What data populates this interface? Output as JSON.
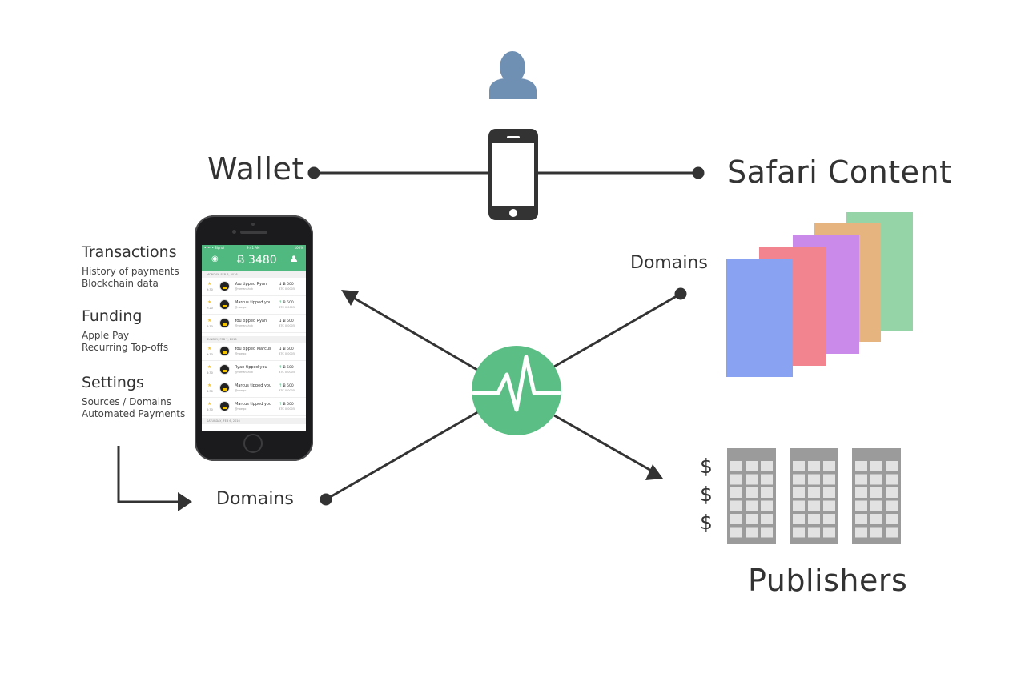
{
  "labels": {
    "wallet": "Wallet",
    "safari_content": "Safari Content",
    "domains_top": "Domains",
    "domains_bottom": "Domains",
    "publishers": "Publishers",
    "dollar": "$"
  },
  "features": [
    {
      "title": "Transactions",
      "lines": [
        "History of payments",
        "Blockchain data"
      ]
    },
    {
      "title": "Funding",
      "lines": [
        "Apple Pay",
        "Recurring Top-offs"
      ]
    },
    {
      "title": "Settings",
      "lines": [
        "Sources / Domains",
        "Automated Payments"
      ]
    }
  ],
  "app": {
    "status_left": "••••• Signal",
    "status_time": "9:41 AM",
    "status_right": "100%",
    "balance": "Ƀ 3480",
    "sections": [
      "MONDAY, FEB 8, 2016",
      "SUNDAY, FEB 7, 2016",
      "SATURDAY, FEB 6, 2016"
    ],
    "rows": [
      {
        "primary": "You tipped Ryan",
        "handle": "@romanshuk",
        "time": "9:30",
        "amount": "Ƀ 500",
        "btc": "BTC 0.0005",
        "dir": "in"
      },
      {
        "primary": "Marcus tipped you",
        "handle": "@noego",
        "time": "7:20",
        "amount": "Ƀ 500",
        "btc": "BTC 0.0005",
        "dir": "out"
      },
      {
        "primary": "You tipped Ryan",
        "handle": "@romanshuk",
        "time": "6:30",
        "amount": "Ƀ 500",
        "btc": "BTC 0.0005",
        "dir": "in"
      },
      {
        "primary": "You tipped Marcus",
        "handle": "@noego",
        "time": "9:30",
        "amount": "Ƀ 500",
        "btc": "BTC 0.0005",
        "dir": "in"
      },
      {
        "primary": "Ryan tipped you",
        "handle": "@romanshuk",
        "time": "8:30",
        "amount": "Ƀ 500",
        "btc": "BTC 0.0005",
        "dir": "out"
      },
      {
        "primary": "Marcus tipped you",
        "handle": "@noego",
        "time": "6:30",
        "amount": "Ƀ 500",
        "btc": "BTC 0.0005",
        "dir": "out"
      },
      {
        "primary": "Marcus tipped you",
        "handle": "@noego",
        "time": "6:30",
        "amount": "Ƀ 500",
        "btc": "BTC 0.0005",
        "dir": "out"
      }
    ]
  },
  "icons": {
    "user": "user-icon",
    "phone": "phone-icon",
    "hub": "heartbeat-icon",
    "content_pages": "stacked-pages-icon",
    "publisher_buildings": "building-icon"
  },
  "colors": {
    "accent_green": "#5bbf85",
    "user_blue": "#6f8fb3",
    "line_dark": "#333333",
    "page_colors": [
      "#8aa2f2",
      "#f2848f",
      "#c98aea",
      "#e6b57f",
      "#94d4a6"
    ],
    "building_gray": "#9b9b9b"
  }
}
